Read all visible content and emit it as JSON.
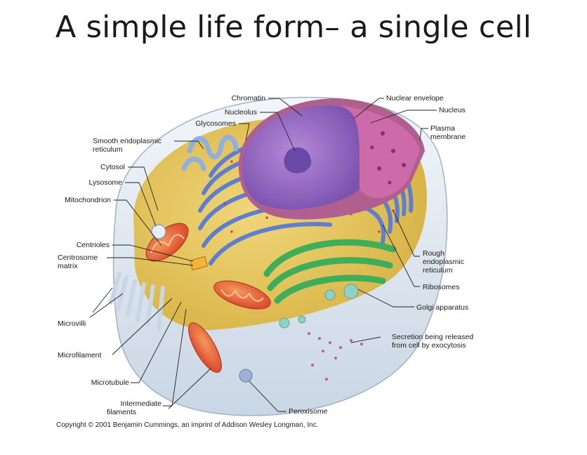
{
  "title": "A simple life form– a single cell",
  "labels": {
    "chromatin": "Chromatin",
    "nuclear_envelope": "Nuclear envelope",
    "nucleolus": "Nucleolus",
    "nucleus": "Nucleus",
    "glycosomes": "Glycosomes",
    "plasma_membrane_1": "Plasma",
    "plasma_membrane_2": "membrane",
    "smooth_er_1": "Smooth endoplasmic",
    "smooth_er_2": "reticulum",
    "cytosol": "Cytosol",
    "lysosome": "Lysosome",
    "mitochondrion": "Mitochondrion",
    "centrioles": "Centrioles",
    "centrosome_1": "Centrosome",
    "centrosome_2": "matrix",
    "rough_er_1": "Rough",
    "rough_er_2": "endoplasmic",
    "rough_er_3": "reticulum",
    "ribosomes": "Ribosomes",
    "golgi": "Golgi apparatus",
    "microvilli": "Microvilli",
    "secretion_1": "Secretion being released",
    "secretion_2": "from cell by exocytosis",
    "microfilament": "Microfilament",
    "microtubule": "Microtubule",
    "intermediate_1": "Intermediate",
    "intermediate_2": "filaments",
    "peroxisome": "Peroxisome"
  },
  "copyright": "Copyright © 2001 Benjamin Cummings, an imprint of Addison Wesley Longman, Inc.",
  "colors": {
    "cytoplasm": "#e8c85a",
    "membrane": "#e6edf5",
    "er": "#5e7fd0",
    "nucleus": "#9a6cc8",
    "nuclear_envelope": "#c66aa8",
    "golgi": "#3fae5a",
    "mitochondrion": "#e2573a",
    "ribosome": "#c23a2a"
  }
}
